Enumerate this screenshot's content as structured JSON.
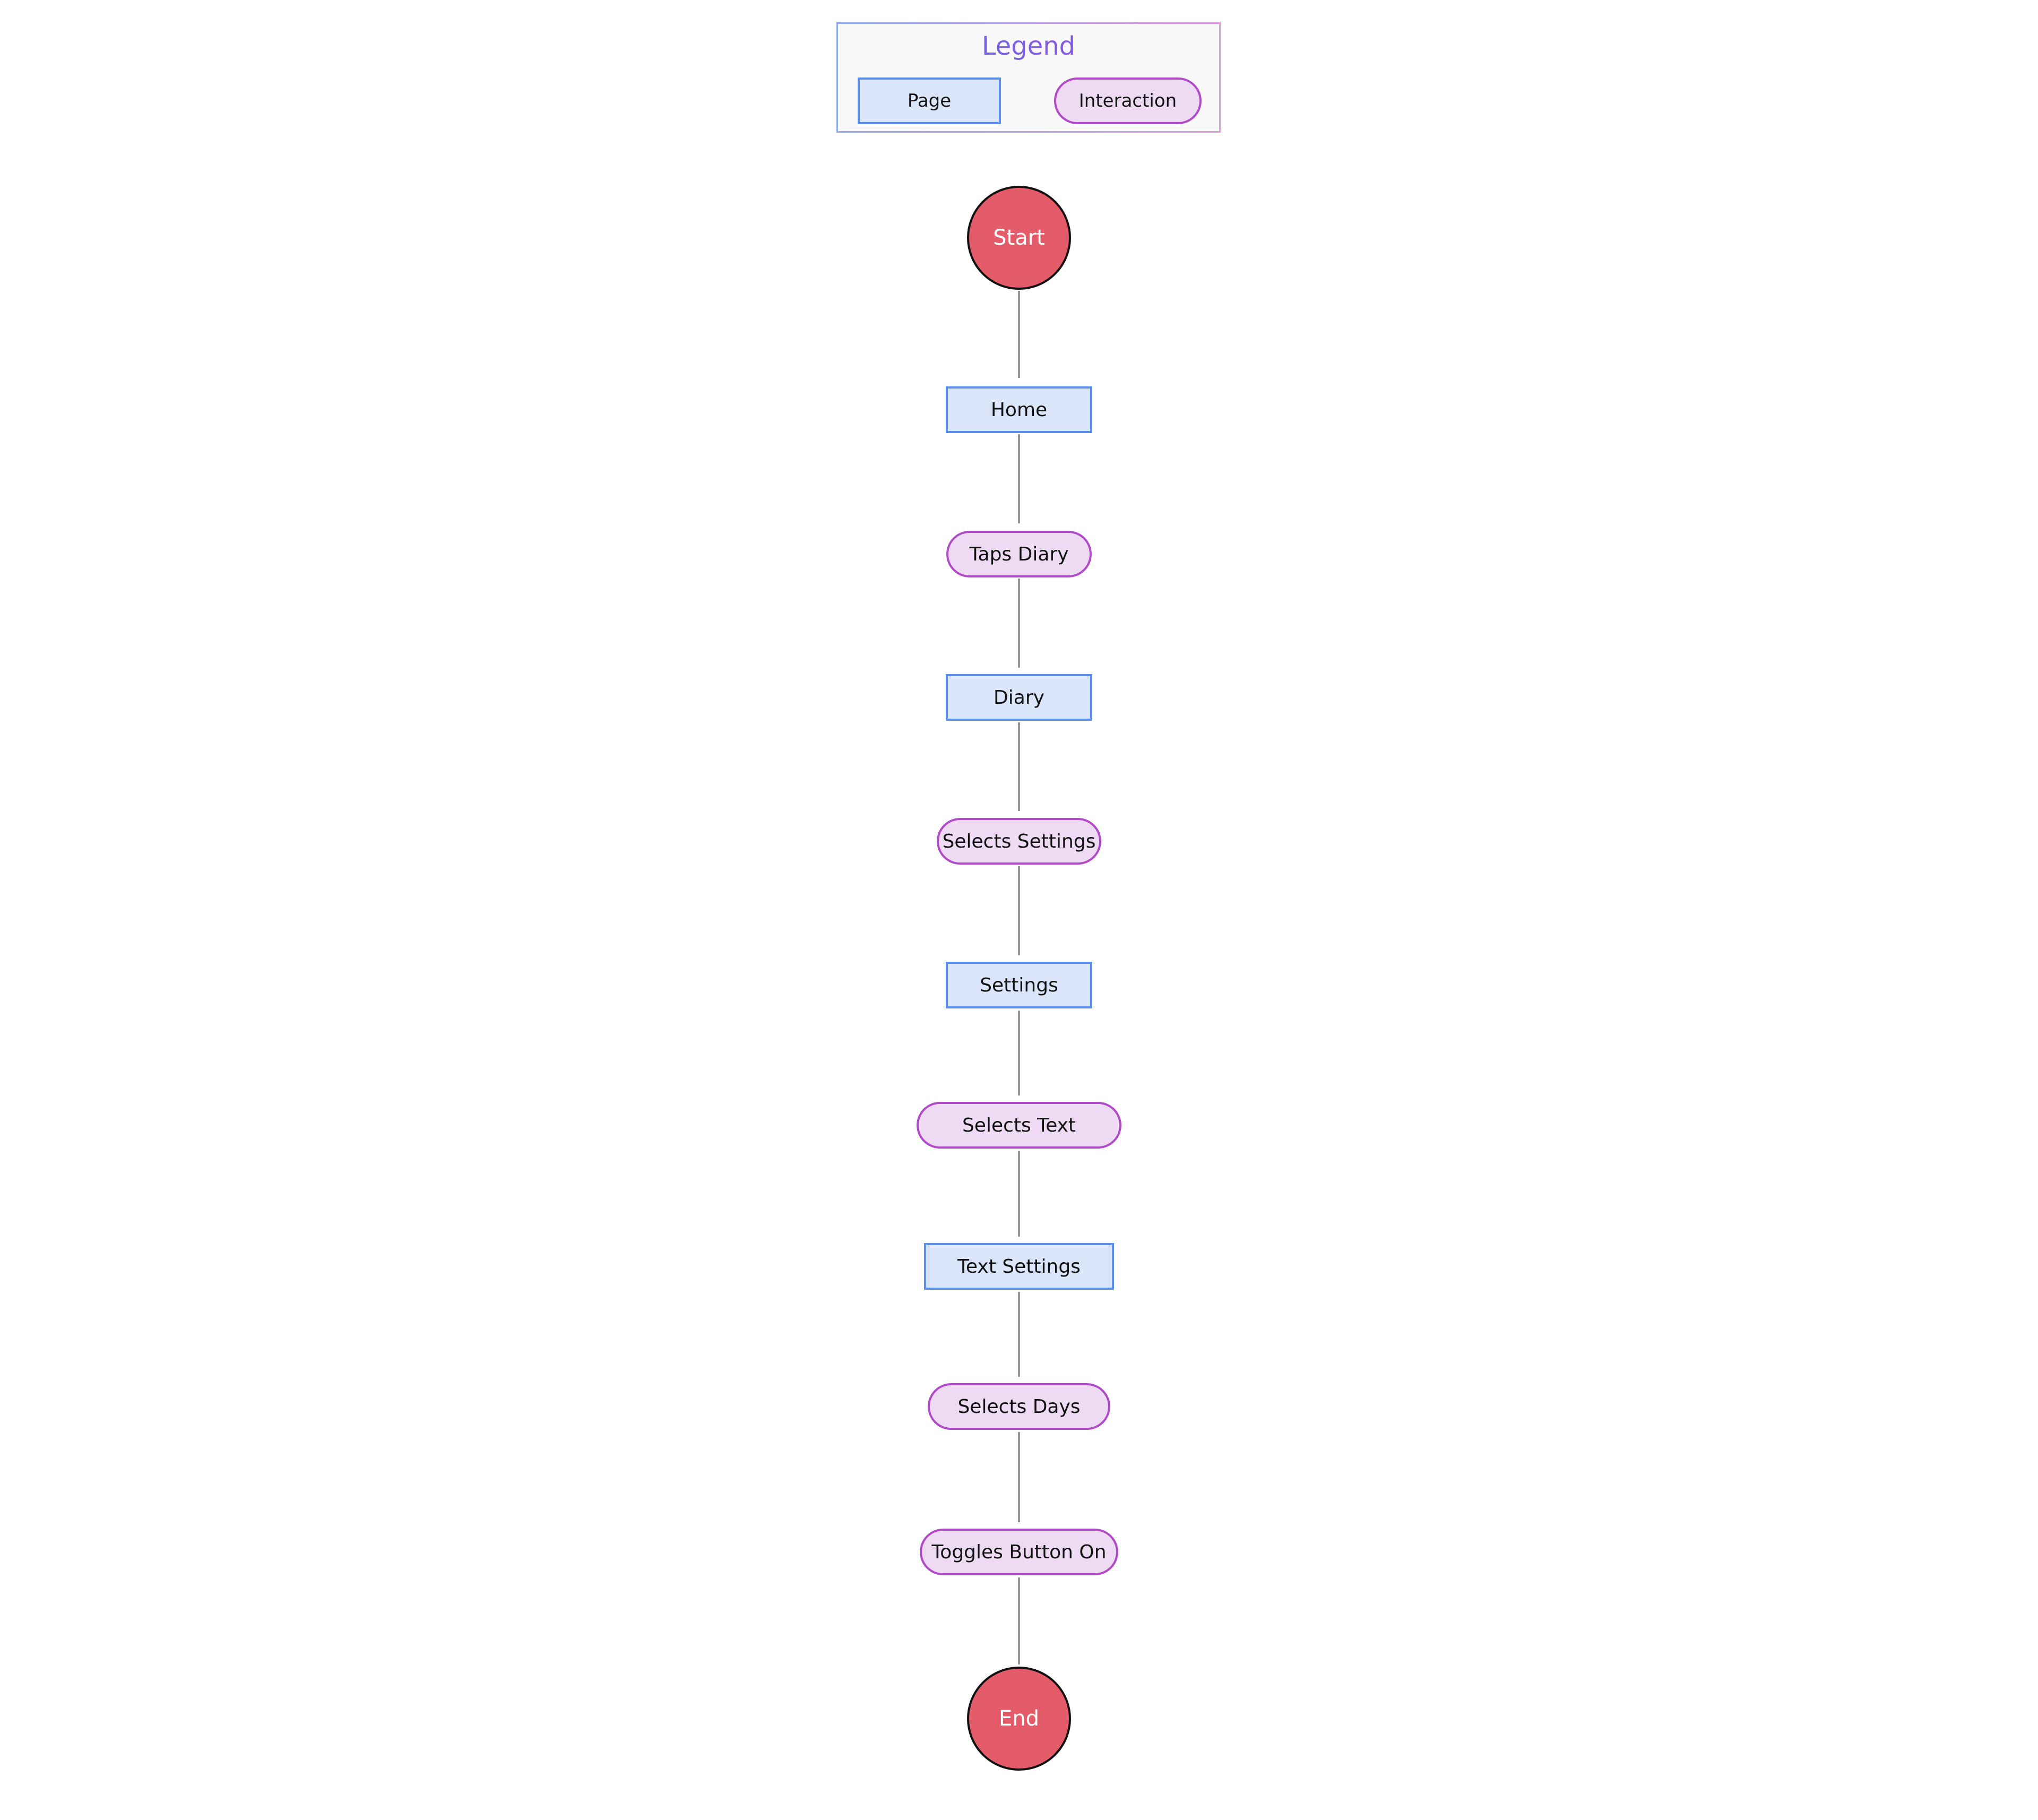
{
  "legend": {
    "title": "Legend",
    "page_label": "Page",
    "interaction_label": "Interaction"
  },
  "colors": {
    "page_fill": "#dce6fb",
    "page_border": "#5b8fec",
    "interaction_fill": "#eedaf2",
    "interaction_border": "#b04ac8",
    "terminal_fill": "#e45c6a",
    "connector": "#777777"
  },
  "flow": {
    "start": "Start",
    "home": "Home",
    "taps_diary": "Taps Diary",
    "diary": "Diary",
    "selects_settings": "Selects Settings",
    "settings": "Settings",
    "selects_text": "Selects Text",
    "text_settings": "Text Settings",
    "selects_days": "Selects Days",
    "toggles_button_on": "Toggles Button On",
    "end": "End"
  }
}
